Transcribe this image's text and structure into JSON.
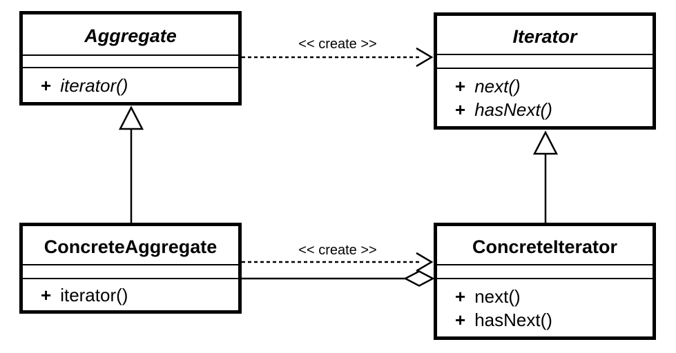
{
  "diagram": {
    "kind": "uml-class-diagram",
    "pattern": "Iterator",
    "colors": {
      "line": "#000000",
      "text": "#000000",
      "box_fill": "#ffffff",
      "background": "#ffffff"
    },
    "classes": [
      {
        "name": "Aggregate",
        "abstract": true,
        "attributes": [],
        "methods": [
          {
            "vis": "+",
            "name": "iterator()"
          }
        ]
      },
      {
        "name": "Iterator",
        "abstract": true,
        "attributes": [],
        "methods": [
          {
            "vis": "+",
            "name": "next()"
          },
          {
            "vis": "+",
            "name": "hasNext()"
          }
        ]
      },
      {
        "name": "ConcreteAggregate",
        "abstract": false,
        "attributes": [],
        "methods": [
          {
            "vis": "+",
            "name": "iterator()"
          }
        ]
      },
      {
        "name": "ConcreteIterator",
        "abstract": false,
        "attributes": [],
        "methods": [
          {
            "vis": "+",
            "name": "next()"
          },
          {
            "vis": "+",
            "name": "hasNext()"
          }
        ]
      }
    ],
    "relationships": [
      {
        "type": "dependency",
        "from": "Aggregate",
        "to": "Iterator",
        "label": "<< create >>"
      },
      {
        "type": "generalization",
        "from": "ConcreteAggregate",
        "to": "Aggregate",
        "label": ""
      },
      {
        "type": "dependency",
        "from": "ConcreteAggregate",
        "to": "ConcreteIterator",
        "label": "<< create >>"
      },
      {
        "type": "generalization",
        "from": "ConcreteIterator",
        "to": "Iterator",
        "label": ""
      },
      {
        "type": "aggregation",
        "from": "ConcreteIterator",
        "to": "ConcreteAggregate",
        "label": ""
      }
    ]
  }
}
